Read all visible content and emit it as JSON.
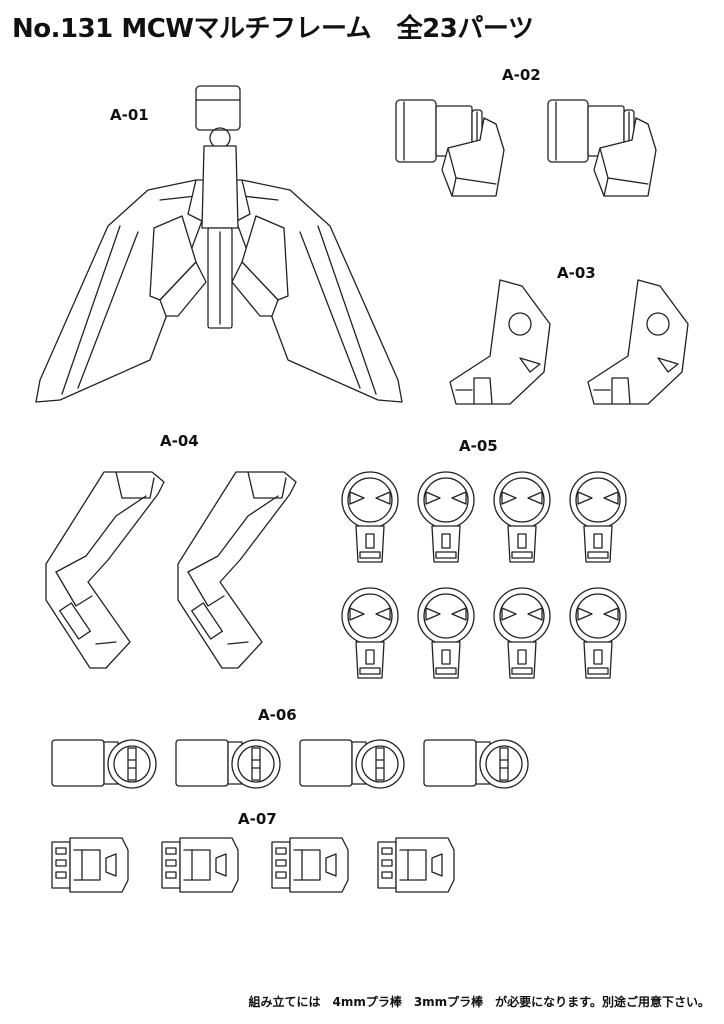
{
  "title": "No.131 MCWマルチフレーム　全23パーツ",
  "labels": {
    "a01": "A-01",
    "a02": "A-02",
    "a03": "A-03",
    "a04": "A-04",
    "a05": "A-05",
    "a06": "A-06",
    "a07": "A-07"
  },
  "footer_note": "組み立てには　4mmプラ棒　3mmプラ棒　が必要になります。別途ご用意下さい。"
}
